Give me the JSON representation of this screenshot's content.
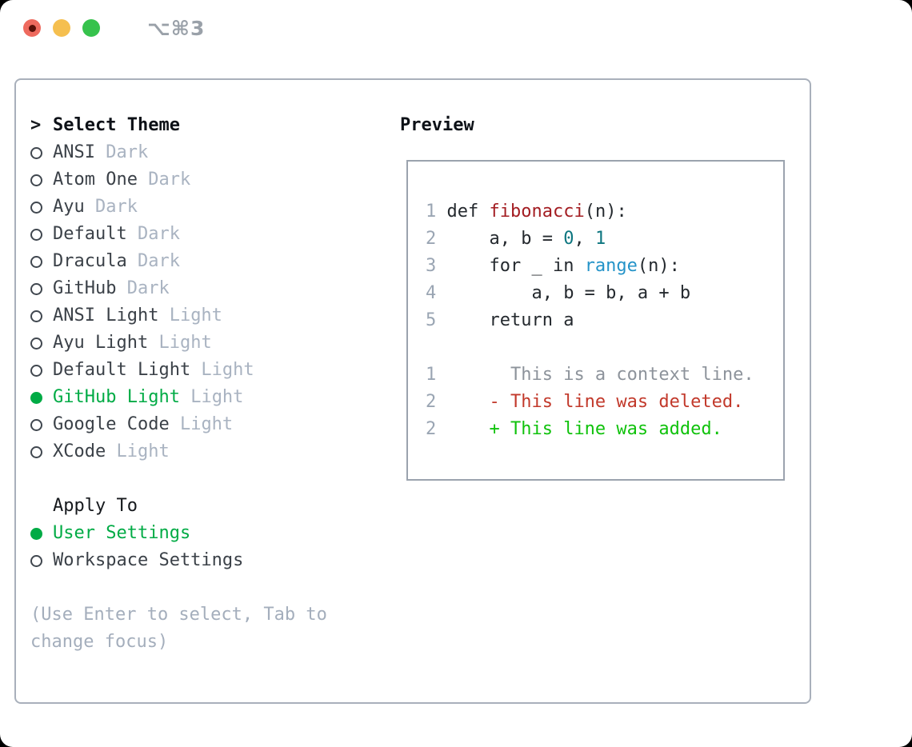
{
  "window": {
    "title": "⌥⌘3"
  },
  "theme_selector": {
    "header_prefix": ">",
    "header": "Select Theme",
    "items": [
      {
        "name": "ANSI",
        "tag": "Dark",
        "selected": false
      },
      {
        "name": "Atom One",
        "tag": "Dark",
        "selected": false
      },
      {
        "name": "Ayu",
        "tag": "Dark",
        "selected": false
      },
      {
        "name": "Default",
        "tag": "Dark",
        "selected": false
      },
      {
        "name": "Dracula",
        "tag": "Dark",
        "selected": false
      },
      {
        "name": "GitHub",
        "tag": "Dark",
        "selected": false
      },
      {
        "name": "ANSI Light",
        "tag": "Light",
        "selected": false
      },
      {
        "name": "Ayu Light",
        "tag": "Light",
        "selected": false
      },
      {
        "name": "Default Light",
        "tag": "Light",
        "selected": false
      },
      {
        "name": "GitHub Light",
        "tag": "Light",
        "selected": true
      },
      {
        "name": "Google Code",
        "tag": "Light",
        "selected": false
      },
      {
        "name": "XCode",
        "tag": "Light",
        "selected": false
      }
    ]
  },
  "apply_to": {
    "header": "Apply To",
    "items": [
      {
        "name": "User Settings",
        "selected": true
      },
      {
        "name": "Workspace Settings",
        "selected": false
      }
    ]
  },
  "help_text": "(Use Enter to select, Tab to change focus)",
  "preview": {
    "header": "Preview",
    "lines": [
      {
        "segments": [
          {
            "t": "1 ",
            "c": "ln"
          },
          {
            "t": "def ",
            "c": "code"
          },
          {
            "t": "fibonacci",
            "c": "fn"
          },
          {
            "t": "(n):",
            "c": "code"
          }
        ]
      },
      {
        "segments": [
          {
            "t": "2 ",
            "c": "ln"
          },
          {
            "t": "    a, b = ",
            "c": "code"
          },
          {
            "t": "0",
            "c": "num"
          },
          {
            "t": ", ",
            "c": "code"
          },
          {
            "t": "1",
            "c": "num"
          }
        ]
      },
      {
        "segments": [
          {
            "t": "3 ",
            "c": "ln"
          },
          {
            "t": "    for _ in ",
            "c": "code"
          },
          {
            "t": "range",
            "c": "call"
          },
          {
            "t": "(n):",
            "c": "code"
          }
        ]
      },
      {
        "segments": [
          {
            "t": "4 ",
            "c": "ln"
          },
          {
            "t": "        a, b = b, a + b",
            "c": "code"
          }
        ]
      },
      {
        "segments": [
          {
            "t": "5 ",
            "c": "ln"
          },
          {
            "t": "    return a",
            "c": "code"
          }
        ]
      },
      {
        "segments": []
      },
      {
        "segments": [
          {
            "t": "1 ",
            "c": "ln"
          },
          {
            "t": "      This is a context line.",
            "c": "ctx"
          }
        ]
      },
      {
        "segments": [
          {
            "t": "2 ",
            "c": "ln"
          },
          {
            "t": "    - This line was deleted.",
            "c": "del"
          }
        ]
      },
      {
        "segments": [
          {
            "t": "2 ",
            "c": "ln"
          },
          {
            "t": "    + This line was added.",
            "c": "add"
          }
        ]
      }
    ]
  },
  "colors": {
    "selected_green": "#00ab45",
    "added_green": "#10c20c",
    "deleted_red": "#c2392b",
    "function_red": "#a31d22",
    "number_teal": "#0d7680",
    "call_blue": "#2493c8",
    "muted_gray": "#a9b3c1",
    "line_number_gray": "#9aa5b3",
    "text_dark": "#24292e",
    "panel_border": "#a9b0bb",
    "traffic_red": "#ee6a5e",
    "traffic_yellow": "#f5bf4f",
    "traffic_green": "#36c24c"
  }
}
